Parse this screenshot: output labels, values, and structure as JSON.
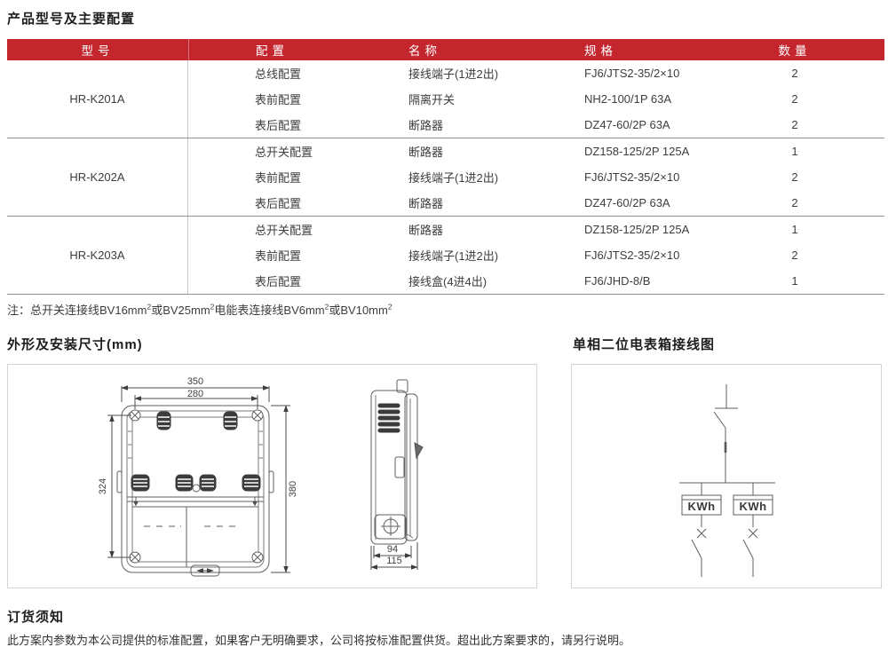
{
  "colors": {
    "header_bg": "#c4262e",
    "header_text": "#ffffff",
    "header_divider": "#d9777b"
  },
  "title": "产品型号及主要配置",
  "table": {
    "headers": {
      "model": "型号",
      "config": "配置",
      "name": "名称",
      "spec": "规格",
      "qty": "数量"
    },
    "groups": [
      {
        "model": "HR-K201A",
        "rows": [
          {
            "config": "总线配置",
            "name": "接线端子(1进2出)",
            "spec": "FJ6/JTS2-35/2×10",
            "qty": "2"
          },
          {
            "config": "表前配置",
            "name": "隔离开关",
            "spec": "NH2-100/1P 63A",
            "qty": "2"
          },
          {
            "config": "表后配置",
            "name": "断路器",
            "spec": "DZ47-60/2P 63A",
            "qty": "2"
          }
        ]
      },
      {
        "model": "HR-K202A",
        "rows": [
          {
            "config": "总开关配置",
            "name": "断路器",
            "spec": "DZ158-125/2P 125A",
            "qty": "1"
          },
          {
            "config": "表前配置",
            "name": "接线端子(1进2出)",
            "spec": "FJ6/JTS2-35/2×10",
            "qty": "2"
          },
          {
            "config": "表后配置",
            "name": "断路器",
            "spec": "DZ47-60/2P 63A",
            "qty": "2"
          }
        ]
      },
      {
        "model": "HR-K203A",
        "rows": [
          {
            "config": "总开关配置",
            "name": "断路器",
            "spec": "DZ158-125/2P 125A",
            "qty": "1"
          },
          {
            "config": "表前配置",
            "name": "接线端子(1进2出)",
            "spec": "FJ6/JTS2-35/2×10",
            "qty": "2"
          },
          {
            "config": "表后配置",
            "name": "接线盒(4进4出)",
            "spec": "FJ6/JHD-8/B",
            "qty": "1"
          }
        ]
      }
    ]
  },
  "note": {
    "p1": "注：总开关连接线BV16mm",
    "p2": "或BV25mm",
    "p3": "电能表连接线BV6mm",
    "p4": "或BV10mm",
    "sup": "2"
  },
  "dimensions": {
    "title": "外形及安装尺寸(mm)",
    "front": {
      "w_outer": "350",
      "w_inner": "280",
      "h_inner": "324",
      "h_outer": "380"
    },
    "side": {
      "d_inner": "94",
      "d_outer": "115"
    }
  },
  "wiring": {
    "title": "单相二位电表箱接线图",
    "meter1": "KWh",
    "meter2": "KWh"
  },
  "ordering": {
    "title": "订货须知",
    "body": "此方案内参数为本公司提供的标准配置，如果客户无明确要求，公司将按标准配置供货。超出此方案要求的，请另行说明。"
  }
}
